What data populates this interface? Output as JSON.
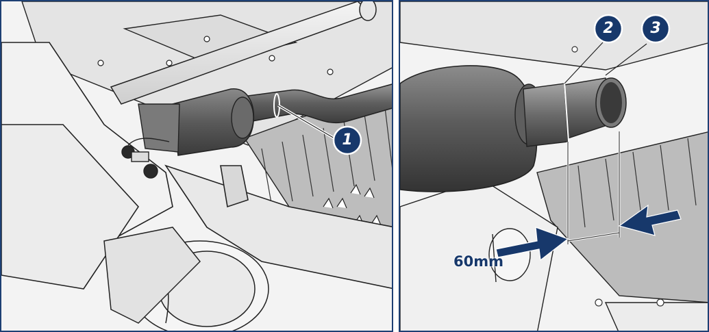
{
  "callouts": {
    "one": "1",
    "two": "2",
    "three": "3"
  },
  "dimension": {
    "label": "60mm"
  },
  "colors": {
    "frame": "#1d3f73",
    "callout_fill": "#17386b",
    "arrow": "#17386b",
    "metal_dark": "#4a4a4a",
    "metal_mid": "#7a7a7a",
    "metal_light": "#bdbdbd",
    "line_art": "#222222"
  }
}
